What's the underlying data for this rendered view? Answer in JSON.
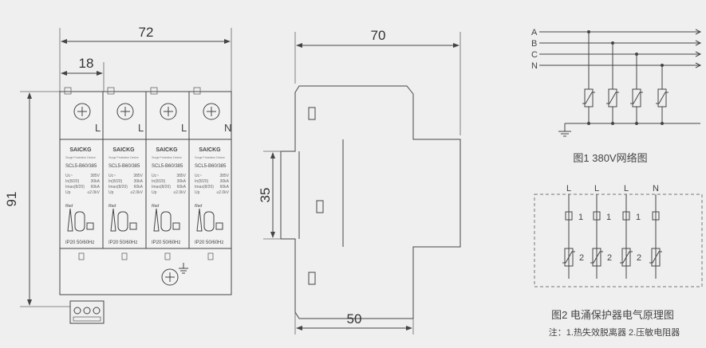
{
  "front_view": {
    "dim_width": "72",
    "dim_module": "18",
    "dim_height": "91",
    "terminal_labels": [
      "L",
      "L",
      "L",
      "N"
    ],
    "module": {
      "brand": "SAICKG",
      "subtitle": "Surge Protection Device",
      "model": "SCL5-B60/385",
      "specs": [
        {
          "name": "Uc~",
          "value": "385V"
        },
        {
          "name": "In(8/20)",
          "value": "30kA"
        },
        {
          "name": "Imax(8/20)",
          "value": "60kA"
        },
        {
          "name": "Up",
          "value": "≤2.0kV"
        }
      ],
      "indicator": "Red",
      "footer": "IP20  50/60Hz"
    }
  },
  "side_view": {
    "dim_depth": "70",
    "dim_rail": "35",
    "dim_bottom": "50"
  },
  "fig1": {
    "lines": [
      "A",
      "B",
      "C",
      "N"
    ],
    "caption": "图1 380V网络图"
  },
  "fig2": {
    "terminals": [
      "L",
      "L",
      "L",
      "N"
    ],
    "fuse_label": "1",
    "varistor_label": "2",
    "caption": "图2 电涌保护器电气原理图",
    "note": "注：1.热失效脱离器 2.压敏电阻器"
  }
}
